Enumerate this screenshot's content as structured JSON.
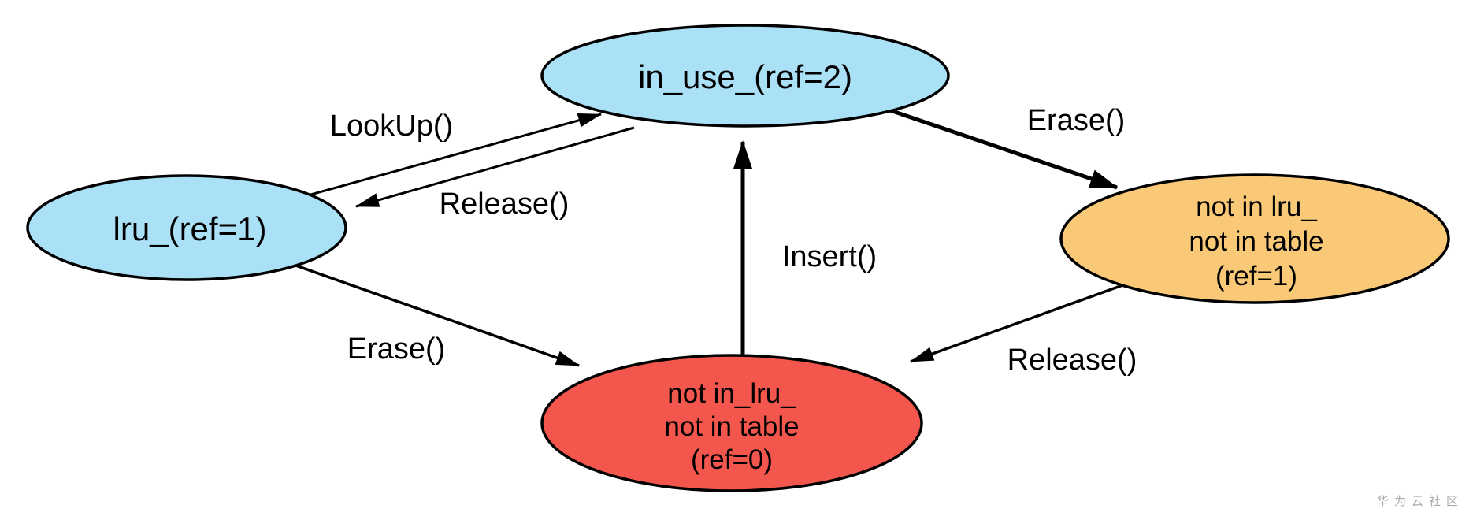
{
  "diagram": {
    "nodes": {
      "in_use": {
        "label": "in_use_(ref=2)",
        "fill": "#ABE1F7"
      },
      "lru": {
        "label": "lru_(ref=1)",
        "fill": "#ABE1F7"
      },
      "not_in_lru_ref1": {
        "lines": [
          "not in lru_",
          "not in table",
          "(ref=1)"
        ],
        "fill": "#F9C978"
      },
      "not_in_lru_ref0": {
        "lines": [
          "not in_lru_",
          "not in table",
          "(ref=0)"
        ],
        "fill": "#F3564D"
      }
    },
    "edges": {
      "lookup": {
        "label": "LookUp()"
      },
      "release_top": {
        "label": "Release()"
      },
      "erase_right": {
        "label": "Erase()"
      },
      "insert": {
        "label": "Insert()"
      },
      "erase_left": {
        "label": "Erase()"
      },
      "release_bottom": {
        "label": "Release()"
      }
    },
    "stroke_color": "#000000",
    "watermark": {
      "text": "华为云社区",
      "color": "#ABABAB"
    }
  }
}
